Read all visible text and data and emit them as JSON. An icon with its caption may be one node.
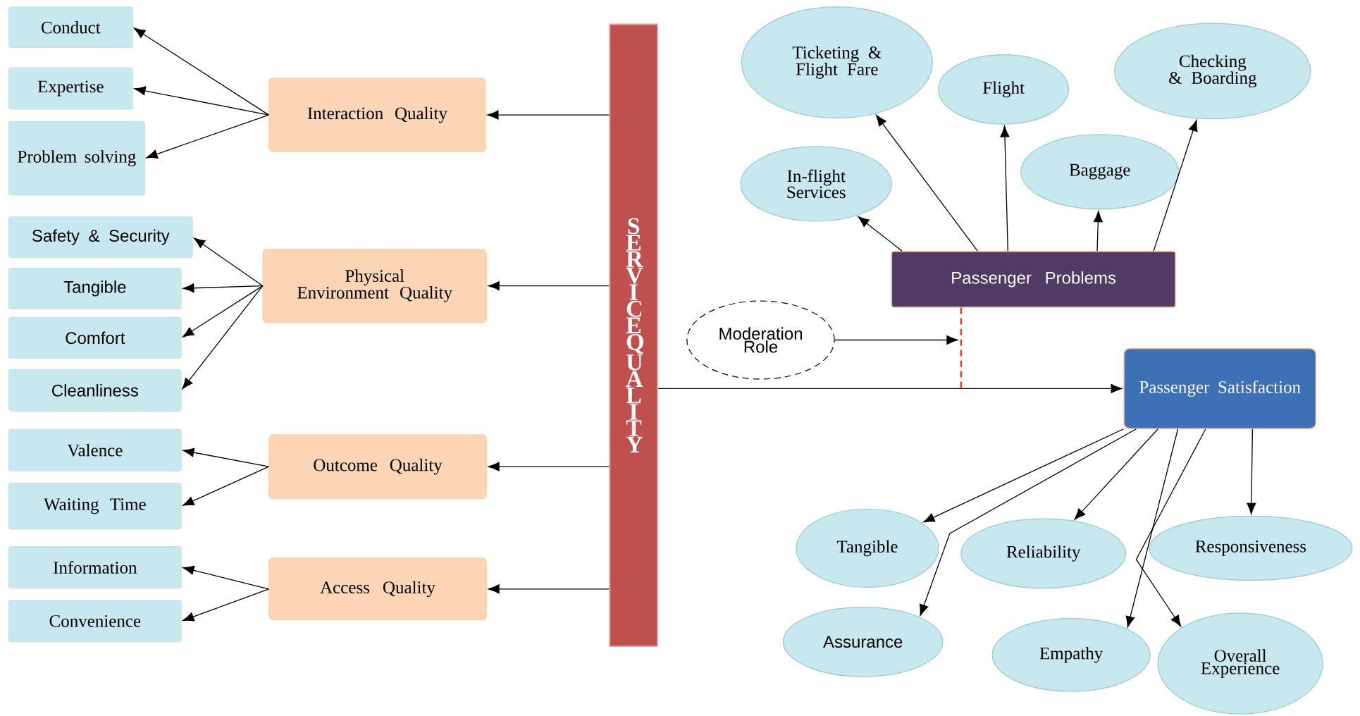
{
  "diagram": {
    "nodes": [
      {
        "text": [
          "Conduct"
        ]
      },
      {
        "text": [
          "Expertise"
        ]
      },
      {
        "text": [
          "Problem solving"
        ]
      },
      {
        "text": [
          "Interaction Quality"
        ]
      },
      {
        "text": [
          "Safety & Security"
        ]
      },
      {
        "text": [
          "Tangible"
        ]
      },
      {
        "text": [
          "Comfort"
        ]
      },
      {
        "text": [
          "Cleanliness"
        ]
      },
      {
        "text": [
          "Physical Environment Quality"
        ]
      },
      {
        "text": [
          "Valence"
        ]
      },
      {
        "text": [
          "Waiting Time"
        ]
      },
      {
        "text": [
          "Outcome Quality"
        ]
      },
      {
        "text": [
          "Information"
        ]
      },
      {
        "text": [
          "Convenience"
        ]
      },
      {
        "text": [
          "Access Quality"
        ]
      },
      {
        "text": [
          "SERVICE QUALITY"
        ]
      },
      {
        "text": [
          "Ticketing & Flight Fare"
        ]
      },
      {
        "text": [
          "Flight"
        ]
      },
      {
        "text": [
          "Checking & Boarding"
        ]
      },
      {
        "text": [
          "In-flight Services"
        ]
      },
      {
        "text": [
          "Baggage"
        ]
      },
      {
        "text": [
          "Passenger Problems"
        ]
      },
      {
        "text": [
          "Moderation Role"
        ]
      },
      {
        "text": [
          "Passenger Satisfaction"
        ]
      },
      {
        "text": [
          "Tangible"
        ]
      },
      {
        "text": [
          "Reliability"
        ]
      },
      {
        "text": [
          "Responsiveness"
        ]
      },
      {
        "text": [
          "Assurance"
        ]
      },
      {
        "text": [
          "Empathy"
        ]
      },
      {
        "text": [
          "Overall Experience"
        ]
      }
    ],
    "edges": [
      {
        "from": 3,
        "to": 0,
        "arrow": "to"
      },
      {
        "from": 3,
        "to": 1,
        "arrow": "to"
      },
      {
        "from": 3,
        "to": 2,
        "arrow": "to"
      },
      {
        "from": 15,
        "to": 3,
        "arrow": "to"
      },
      {
        "from": 8,
        "to": 4,
        "arrow": "to"
      },
      {
        "from": 8,
        "to": 5,
        "arrow": "to"
      },
      {
        "from": 8,
        "to": 6,
        "arrow": "to"
      },
      {
        "from": 8,
        "to": 7,
        "arrow": "to"
      },
      {
        "from": 15,
        "to": 8,
        "arrow": "to"
      },
      {
        "from": 11,
        "to": 9,
        "arrow": "to"
      },
      {
        "from": 11,
        "to": 10,
        "arrow": "to"
      },
      {
        "from": 15,
        "to": 11,
        "arrow": "to"
      },
      {
        "from": 14,
        "to": 12,
        "arrow": "to"
      },
      {
        "from": 14,
        "to": 13,
        "arrow": "to"
      },
      {
        "from": 15,
        "to": 14,
        "arrow": "to"
      },
      {
        "from": 21,
        "to": 19,
        "arrow": "to"
      },
      {
        "from": 21,
        "to": 16,
        "arrow": "to"
      },
      {
        "from": 21,
        "to": 17,
        "arrow": "to"
      },
      {
        "from": 21,
        "to": 20,
        "arrow": "to"
      },
      {
        "from": 21,
        "to": 18,
        "arrow": "to"
      },
      {
        "from": 22,
        "to": null,
        "arrow": "to"
      },
      {
        "from": 21,
        "to": null,
        "arrow": "none",
        "style": "dashed",
        "color": "#ff3b1f"
      },
      {
        "from": 15,
        "to": 23,
        "arrow": "to"
      },
      {
        "from": 23,
        "to": 24,
        "arrow": "to"
      },
      {
        "from": 23,
        "to": 25,
        "arrow": "to"
      },
      {
        "from": 23,
        "to": 27,
        "arrow": "to"
      },
      {
        "from": 23,
        "to": 28,
        "arrow": "to"
      },
      {
        "from": 23,
        "to": 26,
        "arrow": "to"
      },
      {
        "from": 23,
        "to": 29,
        "arrow": "to"
      }
    ]
  }
}
